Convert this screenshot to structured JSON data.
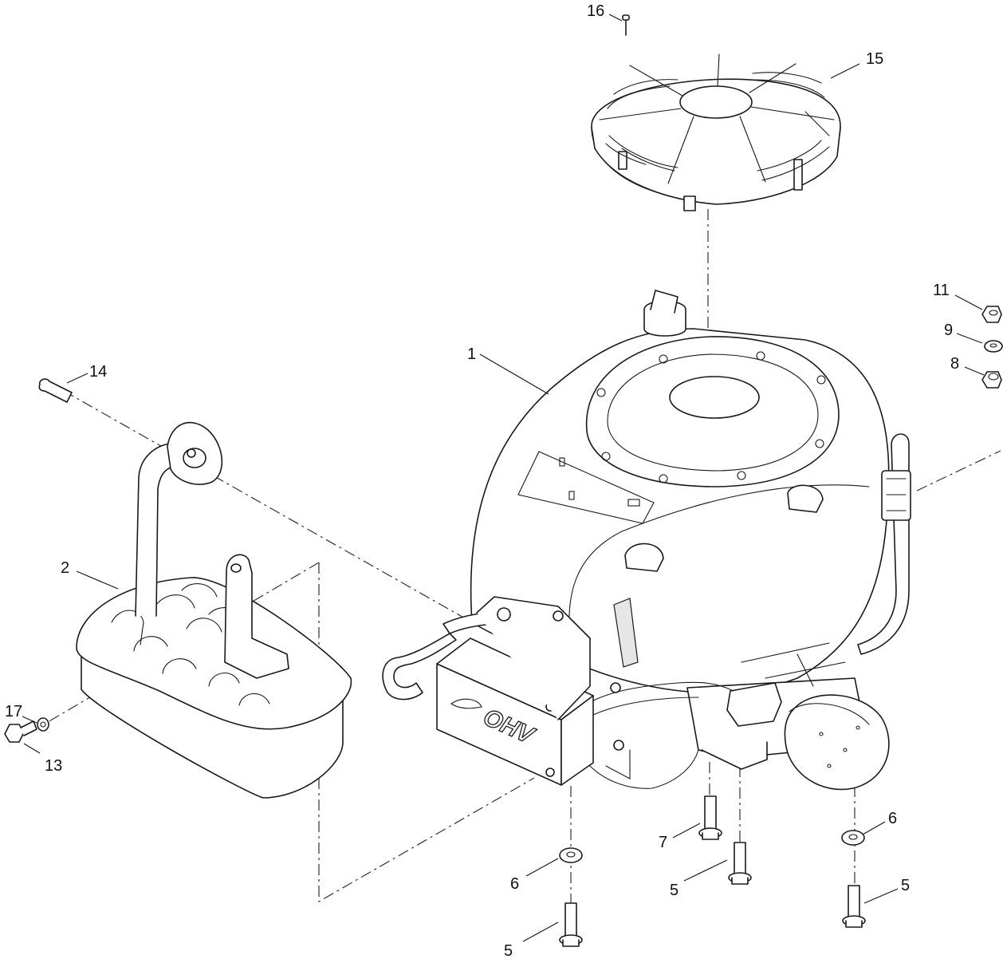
{
  "callouts": [
    {
      "id": "engine",
      "label": "1"
    },
    {
      "id": "muffler",
      "label": "2"
    },
    {
      "id": "flange-bolt-center",
      "label": "5"
    },
    {
      "id": "flange-bolt-mid",
      "label": "5"
    },
    {
      "id": "flange-bolt-right",
      "label": "5"
    },
    {
      "id": "washer-center",
      "label": "6"
    },
    {
      "id": "washer-right",
      "label": "6"
    },
    {
      "id": "bolt-7",
      "label": "7"
    },
    {
      "id": "nut-8",
      "label": "8"
    },
    {
      "id": "washer-9",
      "label": "9"
    },
    {
      "id": "nut-11",
      "label": "11"
    },
    {
      "id": "bolt-13",
      "label": "13"
    },
    {
      "id": "bolt-14",
      "label": "14"
    },
    {
      "id": "screen",
      "label": "15"
    },
    {
      "id": "screw-16",
      "label": "16"
    },
    {
      "id": "washer-17",
      "label": "17"
    }
  ],
  "engine_logo": "OHV"
}
